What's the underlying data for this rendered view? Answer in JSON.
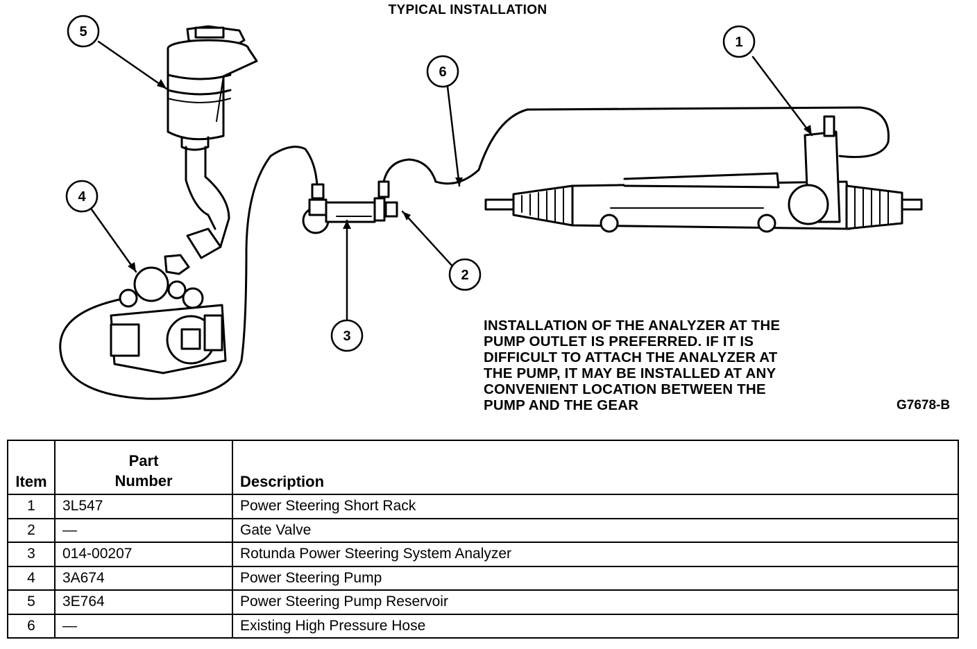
{
  "title": "TYPICAL INSTALLATION",
  "callouts": [
    "1",
    "2",
    "3",
    "4",
    "5",
    "6"
  ],
  "note": "INSTALLATION OF THE ANALYZER AT THE\nPUMP OUTLET IS PREFERRED. IF IT IS\nDIFFICULT TO ATTACH THE ANALYZER AT\nTHE PUMP, IT MAY BE INSTALLED AT ANY\nCONVENIENT LOCATION BETWEEN THE\nPUMP AND THE GEAR",
  "figure_id": "G7678-B",
  "table": {
    "headers": {
      "item": "Item",
      "part_number": "Part\nNumber",
      "description": "Description"
    },
    "rows": [
      {
        "item": "1",
        "part_number": "3L547",
        "description": "Power Steering Short Rack"
      },
      {
        "item": "2",
        "part_number": "—",
        "description": "Gate Valve"
      },
      {
        "item": "3",
        "part_number": "014-00207",
        "description": "Rotunda Power Steering System Analyzer"
      },
      {
        "item": "4",
        "part_number": "3A674",
        "description": "Power Steering Pump"
      },
      {
        "item": "5",
        "part_number": "3E764",
        "description": "Power Steering Pump Reservoir"
      },
      {
        "item": "6",
        "part_number": "—",
        "description": "Existing High Pressure Hose"
      }
    ]
  }
}
